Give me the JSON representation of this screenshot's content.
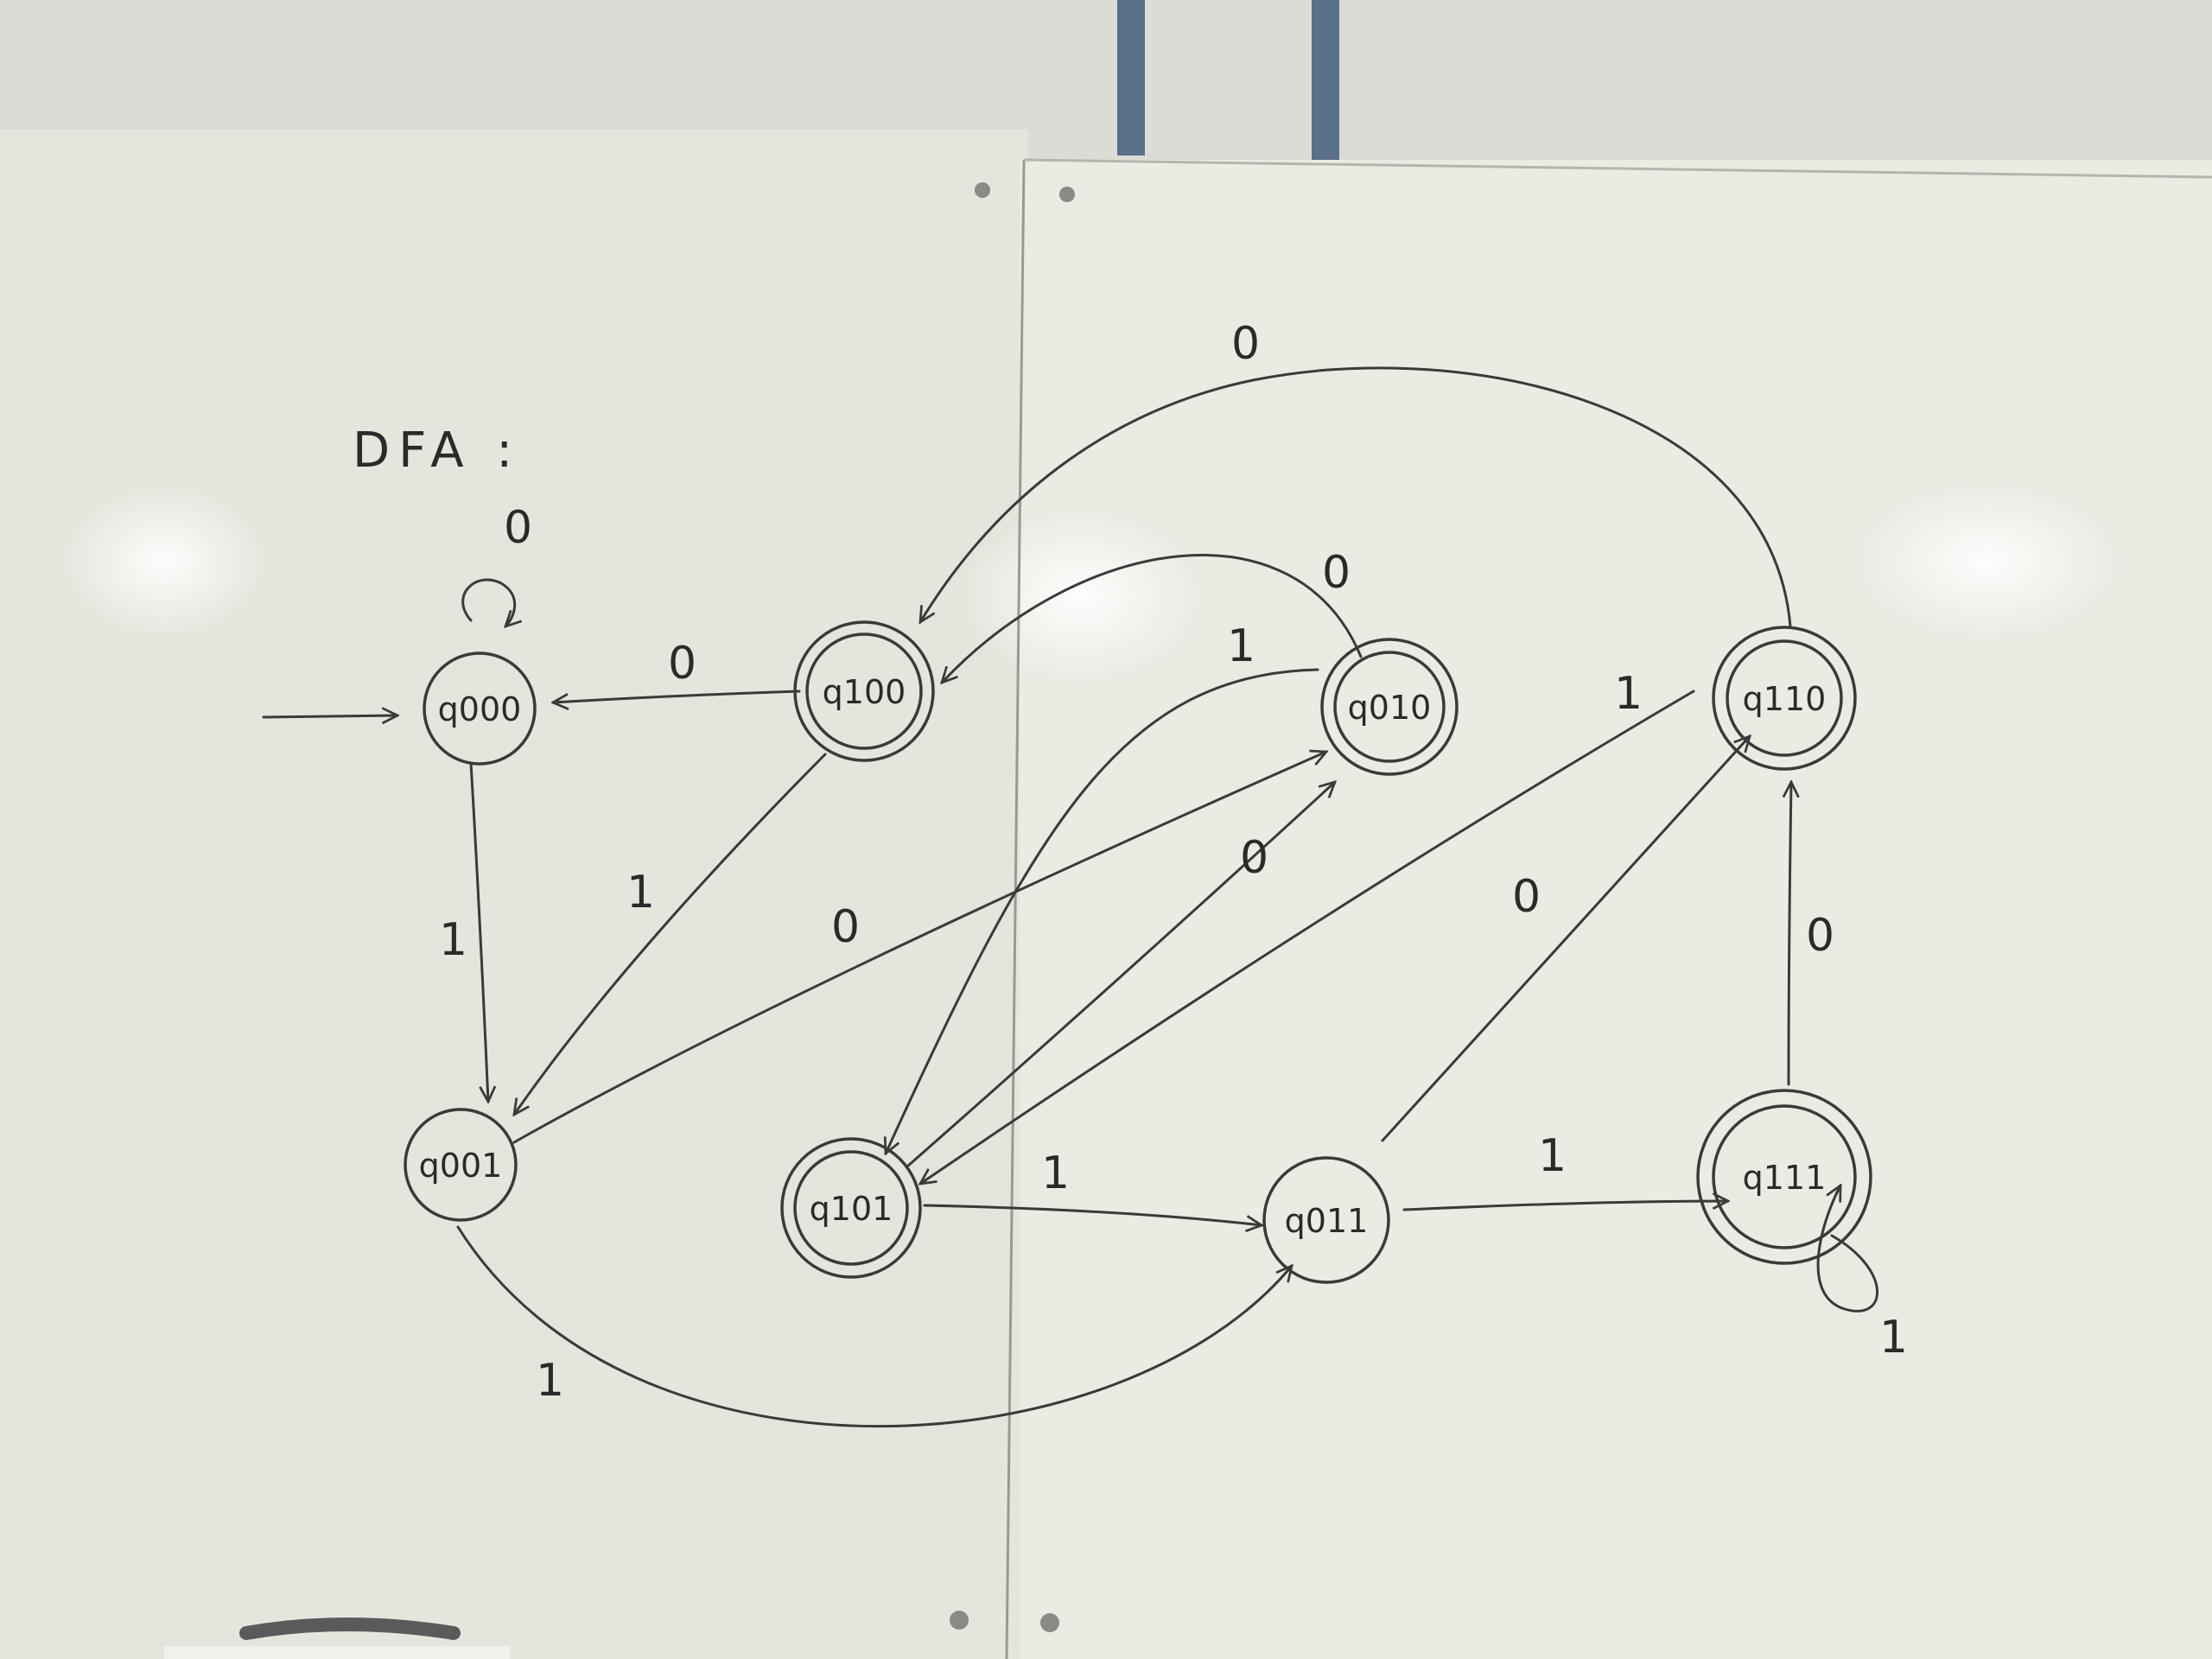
{
  "title": "DFA :",
  "colors": {
    "board": "#ecebe4",
    "ink": "#333333",
    "frame": "#5a6f88"
  },
  "states": [
    {
      "id": "q000",
      "label": "q000",
      "start": true,
      "accepting": false
    },
    {
      "id": "q100",
      "label": "q100",
      "accepting": true
    },
    {
      "id": "q010",
      "label": "q010",
      "accepting": true
    },
    {
      "id": "q110",
      "label": "q110",
      "accepting": true
    },
    {
      "id": "q001",
      "label": "q001",
      "accepting": false
    },
    {
      "id": "q101",
      "label": "q101",
      "accepting": true
    },
    {
      "id": "q011",
      "label": "q011",
      "accepting": false
    },
    {
      "id": "q111",
      "label": "q111",
      "accepting": true
    }
  ],
  "transitions": [
    {
      "from": "q000",
      "to": "q000",
      "symbol": "0"
    },
    {
      "from": "q000",
      "to": "q001",
      "symbol": "1"
    },
    {
      "from": "q100",
      "to": "q000",
      "symbol": "0"
    },
    {
      "from": "q100",
      "to": "q001",
      "symbol": "1"
    },
    {
      "from": "q001",
      "to": "q010",
      "symbol": "0"
    },
    {
      "from": "q001",
      "to": "q011",
      "symbol": "1"
    },
    {
      "from": "q010",
      "to": "q100",
      "symbol": "0"
    },
    {
      "from": "q010",
      "to": "q101",
      "symbol": "1"
    },
    {
      "from": "q101",
      "to": "q010",
      "symbol": "0"
    },
    {
      "from": "q101",
      "to": "q011",
      "symbol": "1"
    },
    {
      "from": "q011",
      "to": "q110",
      "symbol": "0"
    },
    {
      "from": "q011",
      "to": "q111",
      "symbol": "1"
    },
    {
      "from": "q110",
      "to": "q100",
      "symbol": "0"
    },
    {
      "from": "q110",
      "to": "q101",
      "symbol": "1"
    },
    {
      "from": "q111",
      "to": "q110",
      "symbol": "0"
    },
    {
      "from": "q111",
      "to": "q111",
      "symbol": "1"
    }
  ]
}
